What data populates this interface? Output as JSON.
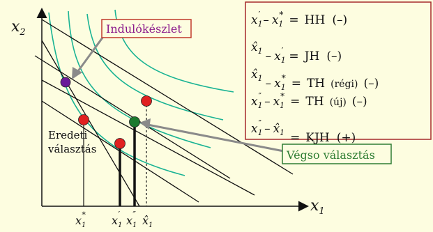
{
  "axes": {
    "y_label": "x",
    "y_sub": "2",
    "x_label": "x",
    "x_sub": "1"
  },
  "callouts": {
    "start": {
      "text": "Indulókészlet",
      "color": "#8b1a8b",
      "border": "#c0392b"
    },
    "final": {
      "text": "Végso választás",
      "color": "#2e7d32",
      "border": "#2e7d32"
    },
    "original": {
      "line1": "Eredeti",
      "line2": "választás"
    }
  },
  "ticks": [
    {
      "base": "x",
      "sub": "1",
      "mark": "*"
    },
    {
      "base": "x",
      "sub": "1",
      "mark": "′"
    },
    {
      "base": "x",
      "sub": "1",
      "mark": "″"
    },
    {
      "base": "x̂",
      "sub": "1",
      "mark": ""
    }
  ],
  "legend": {
    "rows": [
      {
        "lhs": "x",
        "lhs_mark": "′",
        "op": "–",
        "rhs": "x",
        "rhs_mark": "*",
        "eq": "=",
        "label": "HH",
        "qual": "",
        "sign": "(–)"
      },
      {
        "lhs": "x̂",
        "lhs_mark": "",
        "op": "–",
        "rhs": "x",
        "rhs_mark": "′",
        "eq": "=",
        "label": "JH",
        "qual": "",
        "sign": "(–)"
      },
      {
        "lhs": "x̂",
        "lhs_mark": "",
        "op": "–",
        "rhs": "x",
        "rhs_mark": "*",
        "eq": "=",
        "label": "TH",
        "qual": "(régi)",
        "sign": "(–)"
      },
      {
        "lhs": "x",
        "lhs_mark": "″",
        "op": "–",
        "rhs": "x",
        "rhs_mark": "*",
        "eq": "=",
        "label": "TH",
        "qual": "(új)",
        "sign": "(–)"
      },
      {
        "lhs": "x",
        "lhs_mark": "″",
        "op": "–",
        "rhs": "x̂",
        "rhs_mark": "",
        "eq": "=",
        "label": "KJH",
        "qual": "",
        "sign": "(+)"
      }
    ],
    "sub": "1"
  },
  "colors": {
    "background": "#fdfde0",
    "curve": "#1ab394",
    "line": "#111111",
    "point_red": "#e02020",
    "point_green": "#1b7a2e",
    "point_purple": "#6a1b9a",
    "arrow": "#8a8a8a",
    "legend_border": "#a52a2a"
  }
}
